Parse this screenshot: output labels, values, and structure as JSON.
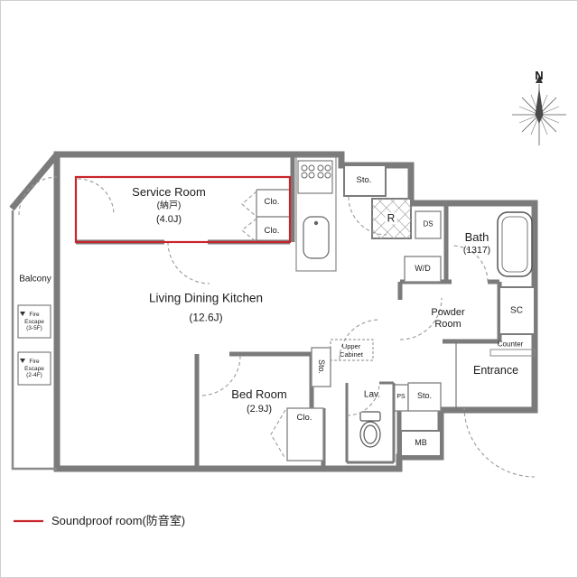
{
  "compass": {
    "north_label": "N"
  },
  "rooms": {
    "service_room": {
      "name": "Service Room",
      "kanji": "(納戸)",
      "size": "(4.0J)"
    },
    "ldk": {
      "name": "Living Dining Kitchen",
      "size": "(12.6J)"
    },
    "bed_room": {
      "name": "Bed Room",
      "size": "(2.9J)"
    },
    "bath": {
      "name": "Bath",
      "size": "(1317)"
    },
    "powder_room": {
      "line1": "Powder",
      "line2": "Room"
    },
    "entrance": {
      "name": "Entrance"
    },
    "balcony": {
      "name": "Balcony"
    },
    "lavatory": {
      "name": "Lav."
    }
  },
  "fixtures": {
    "closet": "Clo.",
    "storage": "Sto.",
    "refrigerator": "R",
    "duct_space": "DS",
    "washer_dryer": "W/D",
    "shoe_closet": "SC",
    "pipe_space": "PS",
    "meter_box": "MB",
    "counter": "Counter",
    "upper_cabinet_line1": "Upper",
    "upper_cabinet_line2": "Cabinet"
  },
  "fire_escape": {
    "upper": {
      "line1": "Fire",
      "line2": "Escape",
      "line3": "(3-5F)"
    },
    "lower": {
      "line1": "Fire",
      "line2": "Escape",
      "line3": "(2-4F)"
    }
  },
  "legend": {
    "soundproof": "Soundproof room(防音室)"
  },
  "colors": {
    "wall": "#7b7b7b",
    "soundproof_red": "#c9252b"
  }
}
